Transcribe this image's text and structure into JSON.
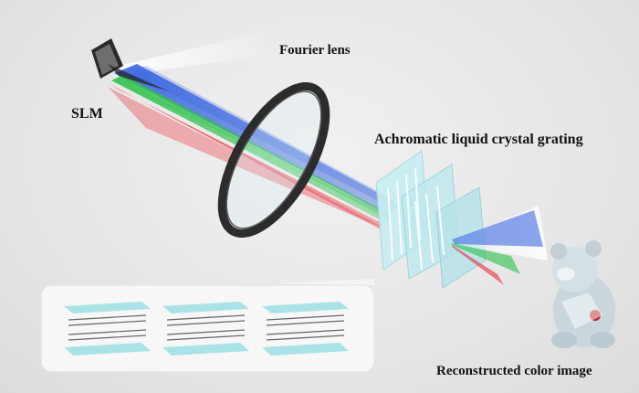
{
  "labels": {
    "fourier_lens": "Fourier lens",
    "slm": "SLM",
    "grating": "Achromatic liquid crystal grating",
    "reconstructed": "Reconstructed color image"
  },
  "colors": {
    "red": "#e8323c",
    "green": "#2fc24a",
    "blue": "#2f5fe0",
    "background": "#e9e9e9"
  }
}
